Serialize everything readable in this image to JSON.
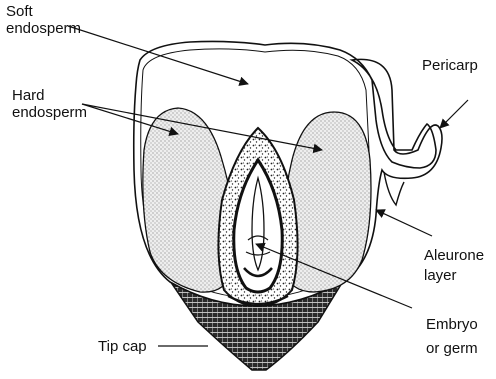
{
  "labels": {
    "soft_endosperm": [
      "Soft",
      "endosperm"
    ],
    "hard_endosperm": [
      "Hard",
      "endosperm"
    ],
    "pericarp": "Pericarp",
    "aleurone_layer": [
      "Aleurone",
      "layer"
    ],
    "embryo": [
      "Embryo",
      "or germ"
    ],
    "tip_cap": "Tip cap"
  }
}
